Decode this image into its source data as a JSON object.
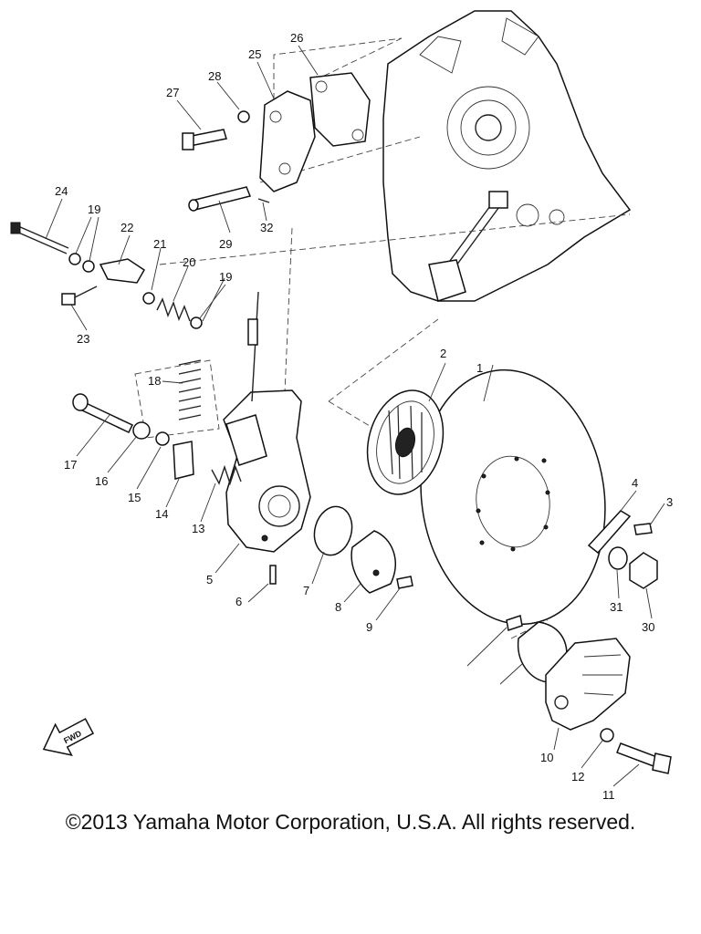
{
  "callouts": [
    "1",
    "2",
    "3",
    "4",
    "5",
    "6",
    "7",
    "8",
    "9",
    "10",
    "11",
    "12",
    "13",
    "14",
    "15",
    "16",
    "17",
    "18",
    "19",
    "20",
    "21",
    "22",
    "23",
    "24",
    "25",
    "26",
    "27",
    "28",
    "29",
    "30",
    "31",
    "32"
  ],
  "fwd_label": "FWD",
  "copyright": "©2013 Yamaha Motor Corporation, U.S.A. All rights reserved."
}
